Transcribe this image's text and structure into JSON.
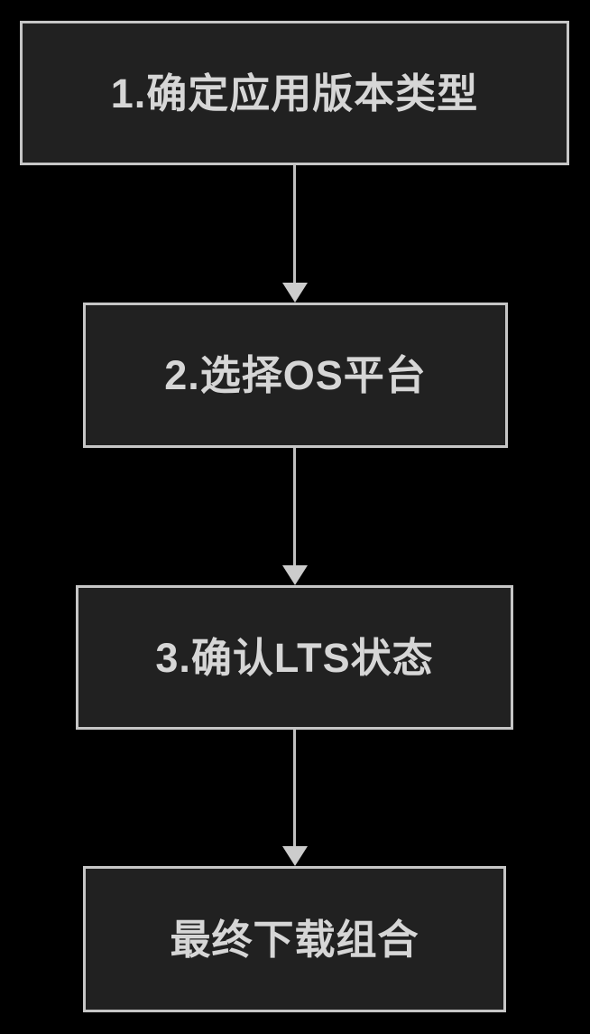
{
  "diagram": {
    "title": "download-selection-flowchart",
    "colors": {
      "background": "#000000",
      "node_fill": "#212121",
      "node_border": "#c6c6c6",
      "text": "#d6d6d6",
      "connector": "#c0c0c0",
      "arrowhead": "#cccccc"
    },
    "steps": [
      {
        "label": "1.确定应用版本类型"
      },
      {
        "label": "2.选择OS平台"
      },
      {
        "label": "3.确认LTS状态"
      },
      {
        "label": "最终下载组合"
      }
    ],
    "connections": [
      {
        "from": 1,
        "to": 2,
        "style": "arrow-down"
      },
      {
        "from": 2,
        "to": 3,
        "style": "arrow-down"
      },
      {
        "from": 3,
        "to": 4,
        "style": "arrow-down"
      }
    ]
  }
}
